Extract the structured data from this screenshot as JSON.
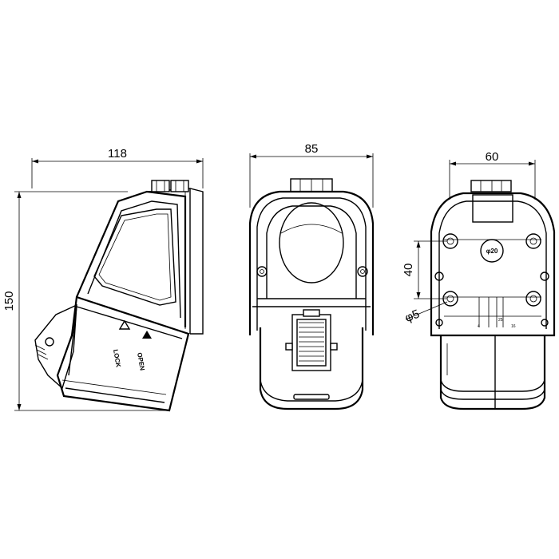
{
  "dimensions": {
    "side_width": "118",
    "side_height": "150",
    "front_width": "85",
    "rear_width": "60",
    "rear_hole_spacing": "40",
    "rear_hole_diameter": "φ5",
    "rear_center_hole": "φ20"
  },
  "labels": {
    "lock": "LOCK",
    "open": "OPEN",
    "rear_small_1": "4",
    "rear_small_2": "16",
    "rear_small_3": "25"
  }
}
